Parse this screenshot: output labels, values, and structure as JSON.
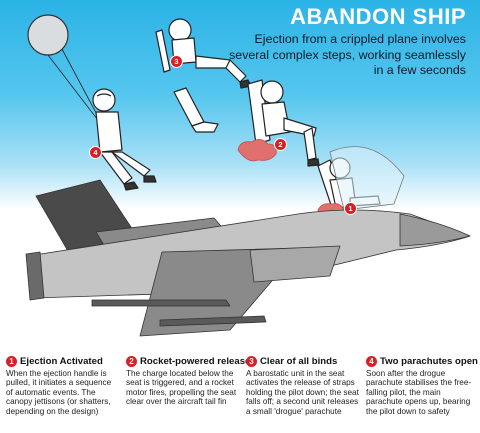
{
  "header": {
    "title": "ABANDON SHIP",
    "subtitle": "Ejection from a crippled plane involves several complex steps, working seamlessly in a few seconds"
  },
  "colors": {
    "sky_top": "#2bb3e6",
    "marker_red": "#d81f26",
    "rocket_smoke": "#e0706e",
    "jet_gray": "#8a8a8a",
    "jet_dark": "#4a4a4a"
  },
  "markers": [
    "1",
    "2",
    "3",
    "4"
  ],
  "steps": [
    {
      "number": "1",
      "title": "Ejection Activated",
      "text": "When the ejection handle is pulled, it initiates a sequence of automatic events. The canopy jettisons (or shatters, depending on the design)"
    },
    {
      "number": "2",
      "title": "Rocket-powered release",
      "text": "The charge located below the seat is triggered, and a rocket motor fires, propelling the seat clear over the aircraft tail fin"
    },
    {
      "number": "3",
      "title": "Clear of all binds",
      "text": "A barostatic unit in the seat activates the release of straps holding the pilot down; the seat falls off; a second unit releases a small 'drogue' parachute"
    },
    {
      "number": "4",
      "title": "Two parachutes open up",
      "text": "Soon after the drogue parachute stabilises the free-falling pilot, the main parachute opens up, bearing the pilot down to safety"
    }
  ]
}
